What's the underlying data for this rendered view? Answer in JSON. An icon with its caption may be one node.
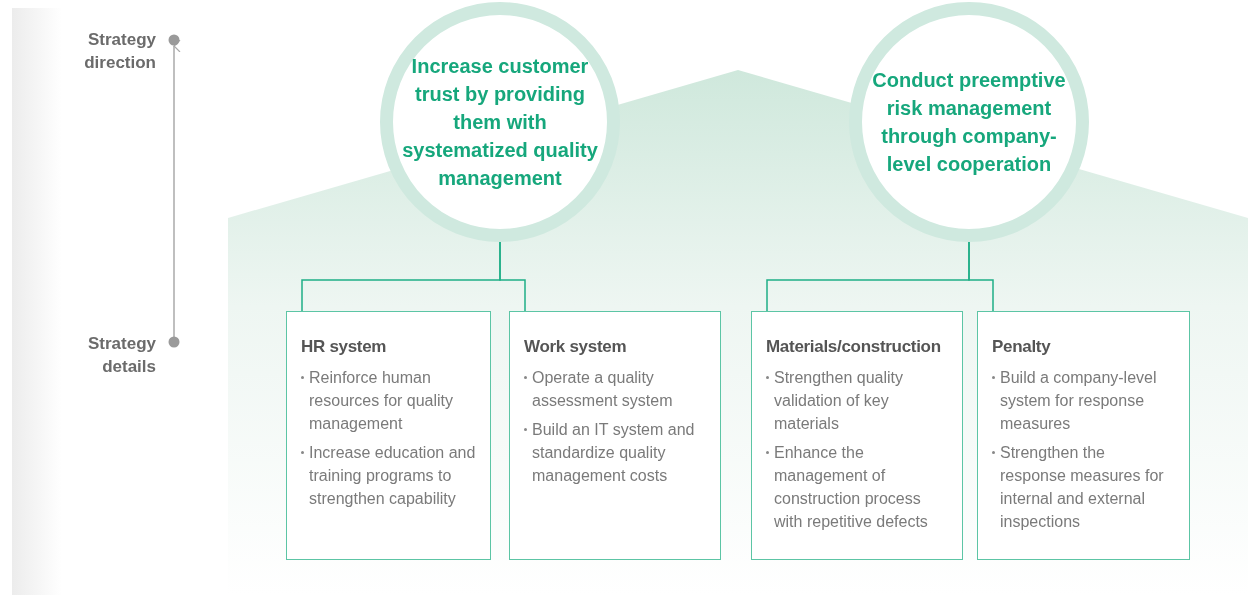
{
  "diagram": {
    "nodes": [
      {
        "text": [
          "Increase customer trust by providing them with systematized quality management"
        ]
      },
      {
        "text": [
          "Conduct preemptive risk management through company-level cooperation"
        ]
      },
      {
        "text": [
          "HR system",
          "Reinforce human resources for quality management",
          "Increase education and training programs to strengthen capability"
        ]
      },
      {
        "text": [
          "Work system",
          "Operate a quality assessment system",
          "Build an IT system and standardize quality management costs"
        ]
      },
      {
        "text": [
          "Materials/construction",
          "Strengthen quality validation of key materials",
          "Enhance the management of construction process with repetitive defects"
        ]
      },
      {
        "text": [
          "Penalty",
          "Build a company-level system for response measures",
          "Strengthen the response measures for internal and external inspections"
        ]
      }
    ],
    "edges": [
      {
        "from": 0,
        "to": 2,
        "arrow": "none"
      },
      {
        "from": 0,
        "to": 3,
        "arrow": "none"
      },
      {
        "from": 1,
        "to": 4,
        "arrow": "none"
      },
      {
        "from": 1,
        "to": 5,
        "arrow": "none"
      }
    ],
    "labels": [
      "Strategy direction",
      "Strategy details"
    ]
  }
}
